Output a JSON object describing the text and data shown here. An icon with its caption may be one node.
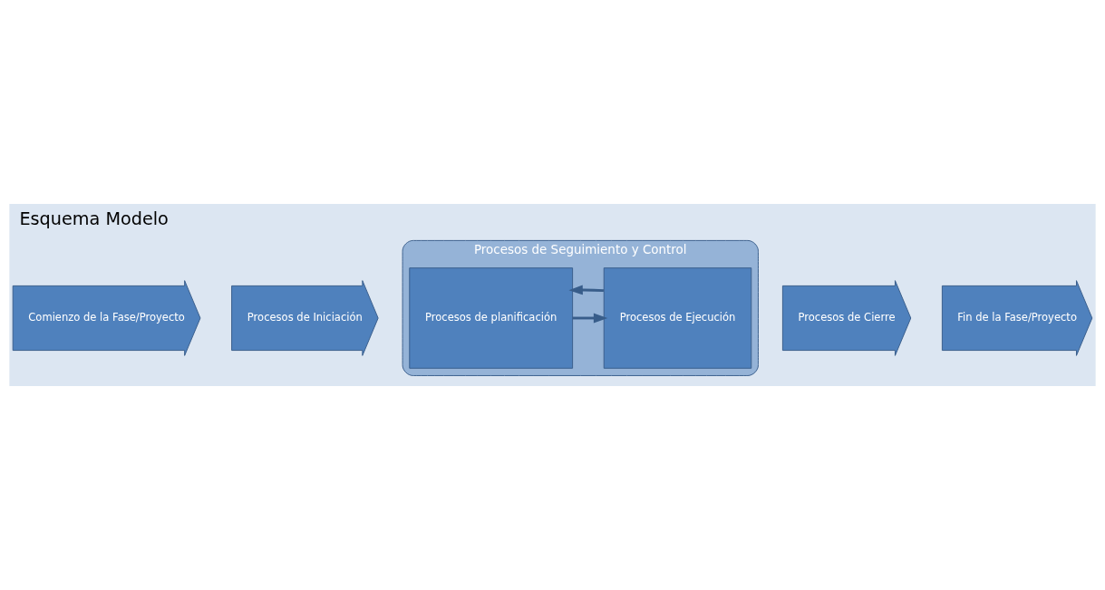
{
  "diagram": {
    "title": "Esquema Modelo",
    "nodes": [
      {
        "text": [
          "Procesos de Seguimiento y Control"
        ]
      },
      {
        "text": [
          "Comienzo de la Fase/Proyecto"
        ]
      },
      {
        "text": [
          "Procesos de Iniciación"
        ]
      },
      {
        "text": [
          "Procesos de planificación"
        ],
        "in": 0
      },
      {
        "text": [
          "Procesos de Ejecución"
        ],
        "in": 0
      },
      {
        "text": [
          "Procesos de Cierre"
        ]
      },
      {
        "text": [
          "Fin de la Fase/Proyecto"
        ]
      }
    ],
    "edges": [
      {
        "from": 3,
        "to": 4,
        "arrow": "to"
      },
      {
        "from": 4,
        "to": 3,
        "arrow": "to"
      }
    ]
  }
}
